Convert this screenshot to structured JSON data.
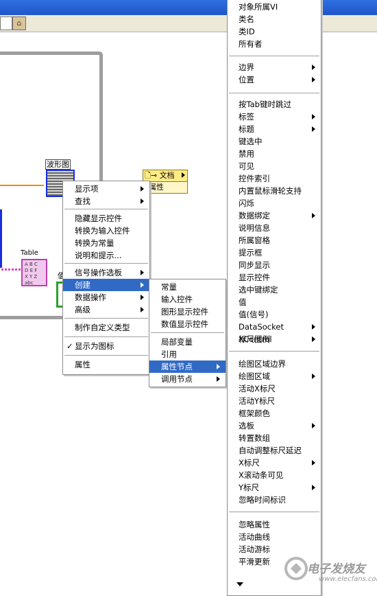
{
  "diagram": {
    "waveform_label": "波形图",
    "table_label": "Table",
    "table_cells": "A B C\nD E F\nX Y Z\nabc",
    "fragment_label": "值",
    "doc_node": {
      "top": "文档",
      "bottom": "属性"
    }
  },
  "context_menu": {
    "items": [
      {
        "label": "显示项",
        "submenu": true
      },
      {
        "label": "查找",
        "submenu": true
      },
      {
        "label": "隐藏显示控件"
      },
      {
        "label": "转换为输入控件"
      },
      {
        "label": "转换为常量"
      },
      {
        "label": "说明和提示..."
      },
      {
        "label": "信号操作选板",
        "submenu": true
      },
      {
        "label": "创建",
        "submenu": true,
        "highlighted": true
      },
      {
        "label": "数据操作",
        "submenu": true
      },
      {
        "label": "高级",
        "submenu": true
      },
      {
        "label": "制作自定义类型"
      },
      {
        "label": "显示为图标",
        "checked": true
      },
      {
        "label": "属性"
      }
    ]
  },
  "create_submenu": {
    "items": [
      {
        "label": "常量"
      },
      {
        "label": "输入控件"
      },
      {
        "label": "图形显示控件"
      },
      {
        "label": "数值显示控件"
      },
      {
        "label": "局部变量"
      },
      {
        "label": "引用"
      },
      {
        "label": "属性节点",
        "submenu": true,
        "highlighted": true
      },
      {
        "label": "调用节点",
        "submenu": true
      }
    ]
  },
  "property_menu": {
    "items": [
      {
        "label": "对象所属VI"
      },
      {
        "label": "类名"
      },
      {
        "label": "类ID"
      },
      {
        "label": "所有者"
      },
      {
        "label": "边界",
        "submenu": true
      },
      {
        "label": "位置",
        "submenu": true
      },
      {
        "label": "按Tab键时跳过"
      },
      {
        "label": "标签",
        "submenu": true
      },
      {
        "label": "标题",
        "submenu": true
      },
      {
        "label": "键选中"
      },
      {
        "label": "禁用"
      },
      {
        "label": "可见"
      },
      {
        "label": "控件索引"
      },
      {
        "label": "内置鼠标滑轮支持"
      },
      {
        "label": "闪烁"
      },
      {
        "label": "数据绑定",
        "submenu": true
      },
      {
        "label": "说明信息"
      },
      {
        "label": "所属窗格"
      },
      {
        "label": "提示框"
      },
      {
        "label": "同步显示"
      },
      {
        "label": "显示控件"
      },
      {
        "label": "选中键绑定"
      },
      {
        "label": "值"
      },
      {
        "label": "值(信号)"
      },
      {
        "label": "DataSocket",
        "submenu": true
      },
      {
        "label": "XControl",
        "submenu": true
      },
      {
        "label": "标尺图例",
        "submenu": true
      },
      {
        "label": "绘图区域边界"
      },
      {
        "label": "绘图区域",
        "submenu": true
      },
      {
        "label": "活动X标尺"
      },
      {
        "label": "活动Y标尺"
      },
      {
        "label": "框架颜色"
      },
      {
        "label": "选板",
        "submenu": true
      },
      {
        "label": "转置数组"
      },
      {
        "label": "自动调整标尺延迟"
      },
      {
        "label": "X标尺",
        "submenu": true
      },
      {
        "label": "X滚动条可见"
      },
      {
        "label": "Y标尺",
        "submenu": true
      },
      {
        "label": "忽略时间标识"
      },
      {
        "label": "忽略属性"
      },
      {
        "label": "活动曲线"
      },
      {
        "label": "活动游标"
      },
      {
        "label": "平滑更新"
      }
    ]
  },
  "watermark": {
    "text": "电子发烧友",
    "url": "www.elecfans.com"
  },
  "colors": {
    "highlight": "#316ac5",
    "titlebar": "#2f6fe0"
  }
}
